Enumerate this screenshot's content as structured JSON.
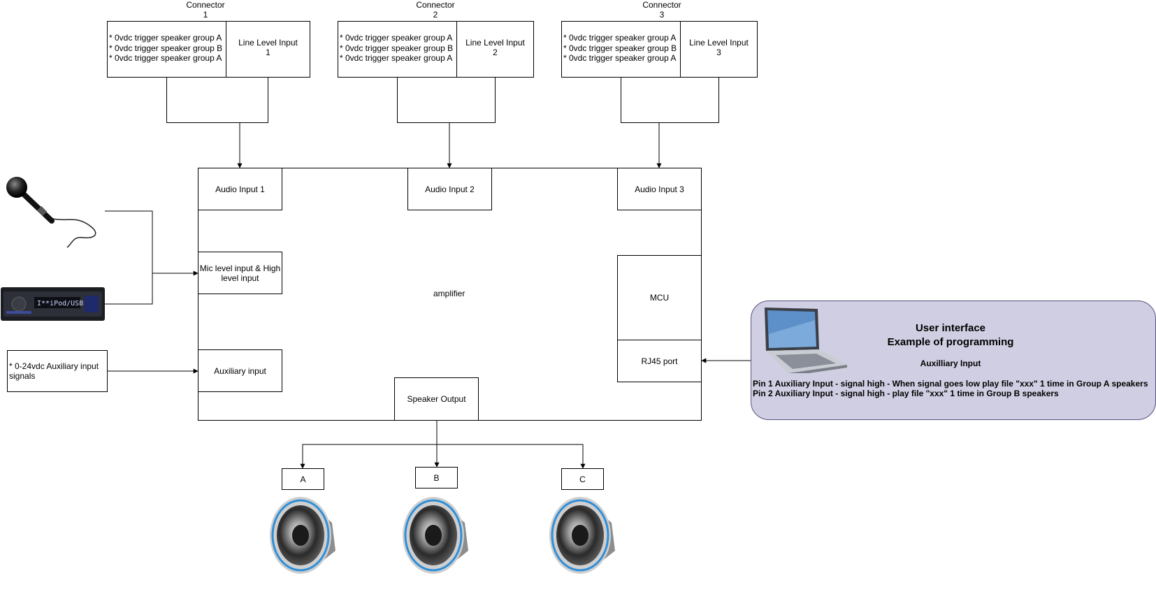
{
  "connectors": [
    {
      "label_line1": "Connector",
      "label_line2": "1",
      "triggers": [
        "* 0vdc trigger speaker group A",
        "* 0vdc trigger speaker group B",
        "* 0vdc trigger speaker group A"
      ],
      "line_input_line1": "Line Level Input",
      "line_input_line2": "1"
    },
    {
      "label_line1": "Connector",
      "label_line2": "2",
      "triggers": [
        "* 0vdc trigger speaker group A",
        "* 0vdc trigger speaker group B",
        "* 0vdc trigger speaker group A"
      ],
      "line_input_line1": "Line Level Input",
      "line_input_line2": "2"
    },
    {
      "label_line1": "Connector",
      "label_line2": "3",
      "triggers": [
        "* 0vdc trigger speaker group A",
        "* 0vdc trigger speaker group B",
        "* 0vdc trigger speaker group A"
      ],
      "line_input_line1": "Line Level Input",
      "line_input_line2": "3"
    }
  ],
  "amplifier": {
    "label": "amplifier",
    "audio_inputs": [
      "Audio Input 1",
      "Audio Input 2",
      "Audio Input 3"
    ],
    "mic_input_line1": "Mic level input & High",
    "mic_input_line2": "level input",
    "aux_input": "Auxiliary input",
    "mcu": "MCU",
    "rj45": "RJ45 port",
    "speaker_output": "Speaker Output"
  },
  "aux_signals": {
    "line1": "* 0-24vdc Auxiliary input",
    "line2": "signals"
  },
  "speaker_groups": [
    "A",
    "B",
    "C"
  ],
  "user_interface": {
    "title_line1": "User interface",
    "title_line2": "Example of programming",
    "section": "Auxilliary Input",
    "pins": [
      "Pin 1 Auxiliary Input  - signal high  - When signal goes low play file \"xxx\" 1 time in Group A speakers",
      "Pin 2 Auxiliary Input  - signal high -  play file \"xxx\" 1 time in Group B speakers"
    ],
    "panel_color": "#d0cee2"
  },
  "icons": [
    "microphone-icon",
    "car-stereo-icon",
    "laptop-icon",
    "speaker-icon"
  ]
}
